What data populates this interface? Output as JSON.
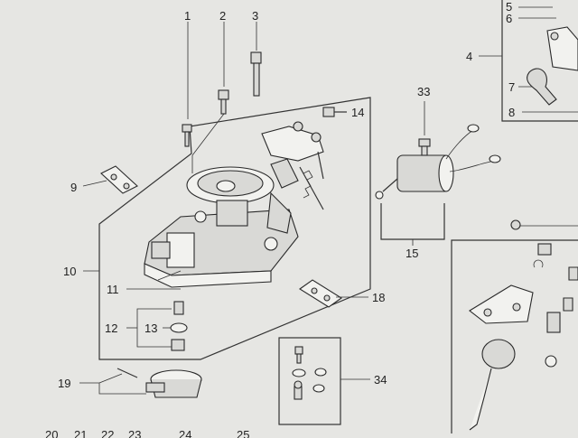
{
  "callouts": [
    {
      "id": "c1",
      "label": "1"
    },
    {
      "id": "c2",
      "label": "2"
    },
    {
      "id": "c3",
      "label": "3"
    },
    {
      "id": "c4",
      "label": "4"
    },
    {
      "id": "c5",
      "label": "5"
    },
    {
      "id": "c6",
      "label": "6"
    },
    {
      "id": "c7",
      "label": "7"
    },
    {
      "id": "c8",
      "label": "8"
    },
    {
      "id": "c9",
      "label": "9"
    },
    {
      "id": "c10",
      "label": "10"
    },
    {
      "id": "c11",
      "label": "11"
    },
    {
      "id": "c12",
      "label": "12"
    },
    {
      "id": "c13",
      "label": "13"
    },
    {
      "id": "c14",
      "label": "14"
    },
    {
      "id": "c15",
      "label": "15"
    },
    {
      "id": "c18",
      "label": "18"
    },
    {
      "id": "c19",
      "label": "19"
    },
    {
      "id": "c33",
      "label": "33"
    },
    {
      "id": "c34",
      "label": "34"
    }
  ],
  "bottom_row": [
    "20",
    "21",
    "22",
    "23",
    "24",
    "25"
  ]
}
